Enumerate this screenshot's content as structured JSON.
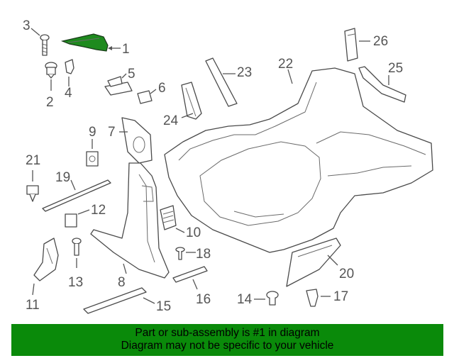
{
  "diagram": {
    "highlight_color": "#1e8a1e",
    "callouts": {
      "c1": "1",
      "c2": "2",
      "c3": "3",
      "c4": "4",
      "c5": "5",
      "c6": "6",
      "c7": "7",
      "c8": "8",
      "c9": "9",
      "c10": "10",
      "c11": "11",
      "c12": "12",
      "c13": "13",
      "c14": "14",
      "c15": "15",
      "c16": "16",
      "c17": "17",
      "c18": "18",
      "c19": "19",
      "c20": "20",
      "c21": "21",
      "c22": "22",
      "c23": "23",
      "c24": "24",
      "c25": "25",
      "c26": "26"
    }
  },
  "banner": {
    "line1": "Part or sub-assembly is #1 in diagram",
    "line2": "Diagram may not be specific to your vehicle",
    "background": "#0a8a0a"
  }
}
